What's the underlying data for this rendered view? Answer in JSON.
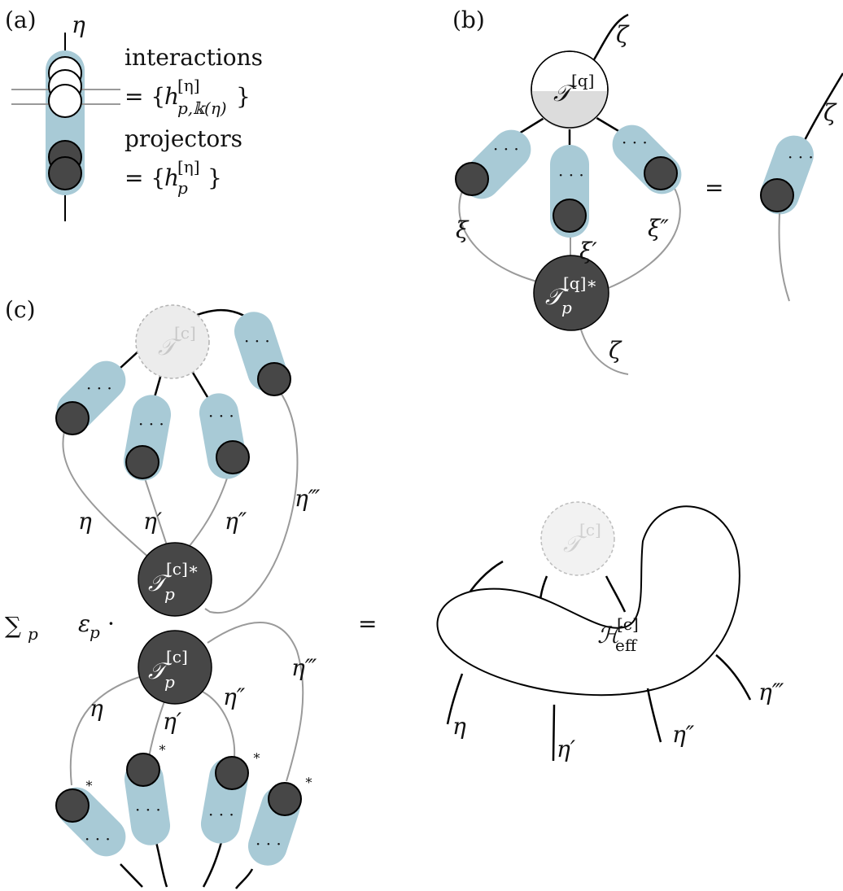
{
  "panels": {
    "a": {
      "label": "(a)",
      "eta": "η",
      "interactions_word": "interactions",
      "interactions_eq": "= {",
      "interactions_h": "h",
      "interactions_sup": "[η]",
      "interactions_sub": "p,𝕜(η)",
      "interactions_close": "}",
      "projectors_word": "projectors",
      "projectors_eq": "= {",
      "projectors_h": "h",
      "projectors_sup": "[η]",
      "projectors_sub": "p",
      "projectors_close": "}"
    },
    "b": {
      "label": "(b)",
      "zeta_top": "ζ",
      "zeta_right": "ζ",
      "zeta_bottom": "ζ",
      "xi": "ξ",
      "xi_prime": "ξ′",
      "xi_dprime": "ξ″",
      "t_top": "𝒯",
      "t_top_sup": "[q]",
      "t_bot": "𝒯",
      "t_bot_sup": "[q]∗",
      "t_bot_sub": "p",
      "dots": "· · ·",
      "equals": "="
    },
    "c": {
      "label": "(c)",
      "t_top": "𝒯",
      "t_top_sup": "[c]",
      "t_mid": "𝒯",
      "t_mid_sup": "[c]∗",
      "t_mid_sub": "p",
      "t_low": "𝒯",
      "t_low_sup": "[c]",
      "t_low_sub": "p",
      "eta": "η",
      "eta_p": "η′",
      "eta_pp": "η″",
      "eta_ppp": "η‴",
      "star": "∗",
      "dots": "· · ·",
      "sum": "∑",
      "sum_sub": "p",
      "eps": "ε",
      "eps_sub": "p",
      "cdot": "·",
      "equals": "=",
      "heff": "ℋ",
      "heff_sup": "[c]",
      "heff_sub": "eff",
      "t_right": "𝒯",
      "t_right_sup": "[c]"
    }
  },
  "colors": {
    "blue": "#a8cad6",
    "dark": "#474747",
    "gray_line": "#9a9a9a",
    "ghost": "#ececec"
  }
}
